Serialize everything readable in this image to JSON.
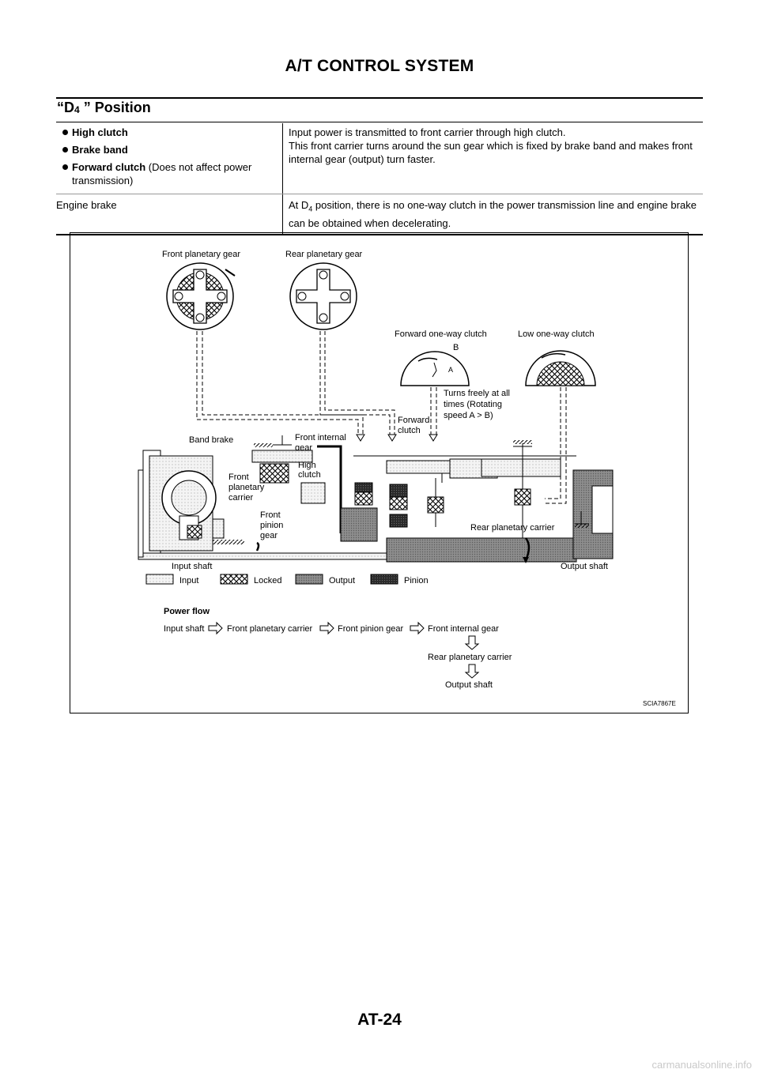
{
  "page_title": "A/T CONTROL SYSTEM",
  "section": {
    "quote_open": "“D",
    "sub": "4",
    "rest": " ” Position"
  },
  "table": {
    "row1": {
      "items": [
        {
          "label": "High clutch",
          "note": ""
        },
        {
          "label": "Brake band",
          "note": ""
        },
        {
          "label": "Forward clutch",
          "note": " (Does not affect power transmission)"
        }
      ],
      "description": "Input power is transmitted to front carrier through high clutch.\nThis front carrier turns around the sun gear which is fixed by brake band and makes front internal gear (output) turn faster."
    },
    "row2": {
      "label": "Engine brake",
      "desc_pre": "At D",
      "desc_sub": "4",
      "desc_post": "  position, there is no one-way clutch in the power transmission line and engine brake can be obtained when decelerating."
    }
  },
  "figure": {
    "front_planetary_gear": "Front planetary gear",
    "rear_planetary_gear": "Rear planetary gear",
    "forward_one_way_clutch": "Forward  one-way  clutch",
    "low_one_way_clutch": "Low  one-way  clutch",
    "label_b": "B",
    "label_a": "A",
    "turns_freely": [
      "Turns  freely  at  all",
      "times  (Rotating",
      "speed  A  >  B)"
    ],
    "forward_clutch": [
      "Forward",
      "clutch"
    ],
    "band_brake": "Band brake",
    "front_internal_gear": [
      "Front  internal",
      "gear"
    ],
    "high_clutch": [
      "High",
      "clutch"
    ],
    "front_planetary_carrier": [
      "Front",
      "planetary",
      "carrier"
    ],
    "front_pinion_gear": [
      "Front",
      "pinion",
      "gear"
    ],
    "rear_planetary_carrier": "Rear planetary carrier",
    "input_shaft": "Input shaft",
    "output_shaft": "Output shaft",
    "legend": {
      "input": "Input",
      "locked": "Locked",
      "output": "Output",
      "pinion": "Pinion"
    },
    "power_flow_title": "Power flow",
    "power_flow": [
      "Input shaft",
      "Front planetary carrier",
      "Front pinion gear",
      "Front internal gear",
      "Rear planetary carrier",
      "Output shaft"
    ],
    "code": "SCIA7867E"
  },
  "page_number": "AT-24",
  "watermark": "carmanualsonline.info"
}
